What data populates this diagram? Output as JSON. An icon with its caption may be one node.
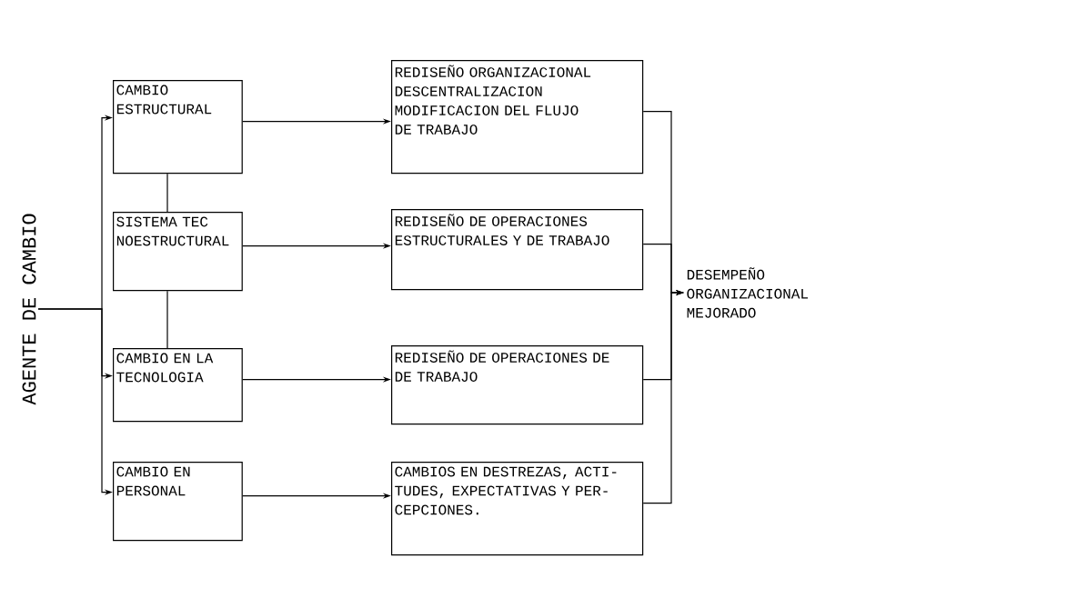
{
  "diagram": {
    "nodes": [
      {
        "text": [
          "AGENTE DE CAMBIO"
        ]
      },
      {
        "text": [
          "CAMBIO ESTRUCTURAL"
        ]
      },
      {
        "text": [
          "SISTEMA TEC NOESTRUCTURAL"
        ]
      },
      {
        "text": [
          "CAMBIO EN LA TECNOLOGIA"
        ]
      },
      {
        "text": [
          "CAMBIO EN PERSONAL"
        ]
      },
      {
        "text": [
          "REDISEÑO ORGANIZACIONAL DESCENTRALIZACION MODIFICACION DEL FLUJO DE TRABAJO"
        ]
      },
      {
        "text": [
          "REDISEÑO DE OPERACIONES ESTRUCTURALES Y DE TRABAJO"
        ]
      },
      {
        "text": [
          "REDISEÑO DE OPERACIONES DE DE TRABAJO"
        ]
      },
      {
        "text": [
          "CAMBIOS EN DESTREZAS, ACTI- TUDES, EXPECTATIVAS Y PER- CEPCIONES."
        ]
      },
      {
        "text": [
          "DESEMPEÑO ORGANIZACIONAL MEJORADO"
        ]
      }
    ],
    "edges": [
      {
        "from": 0,
        "to": 1,
        "arrow": "to"
      },
      {
        "from": 0,
        "to": 3,
        "arrow": "to"
      },
      {
        "from": 0,
        "to": 4,
        "arrow": "to"
      },
      {
        "from": 1,
        "to": 2,
        "arrow": "none"
      },
      {
        "from": 2,
        "to": 3,
        "arrow": "none"
      },
      {
        "from": 1,
        "to": 5,
        "arrow": "to"
      },
      {
        "from": 2,
        "to": 6,
        "arrow": "to"
      },
      {
        "from": 3,
        "to": 7,
        "arrow": "to"
      },
      {
        "from": 4,
        "to": 8,
        "arrow": "to"
      },
      {
        "from": 5,
        "to": 9,
        "arrow": "to"
      },
      {
        "from": 6,
        "to": 9,
        "arrow": "to"
      },
      {
        "from": 7,
        "to": 9,
        "arrow": "to"
      },
      {
        "from": 8,
        "to": 9,
        "arrow": "to"
      }
    ]
  }
}
